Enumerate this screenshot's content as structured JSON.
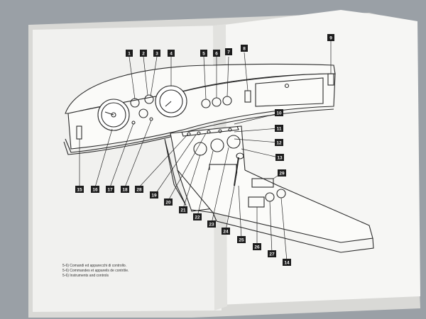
{
  "callouts": [
    "1",
    "2",
    "3",
    "4",
    "5",
    "6",
    "7",
    "8",
    "9",
    "10",
    "11",
    "12",
    "13",
    "14",
    "15",
    "16",
    "17",
    "18",
    "19",
    "20",
    "21",
    "22",
    "23",
    "24",
    "25",
    "26",
    "27",
    "28",
    "29"
  ],
  "caption": {
    "line_it": "5-6) Comandi ed apparecchi di controllo.",
    "line_fr": "5-6) Commandes et appareils de contrôle.",
    "line_en": "5-6) Instruments and controls"
  },
  "colors": {
    "background": "#9aa0a6",
    "page_left": "#f1f1ef",
    "page_right": "#f6f6f4",
    "ink": "#2a2a2a",
    "callout_box": "#1c1c1c"
  }
}
